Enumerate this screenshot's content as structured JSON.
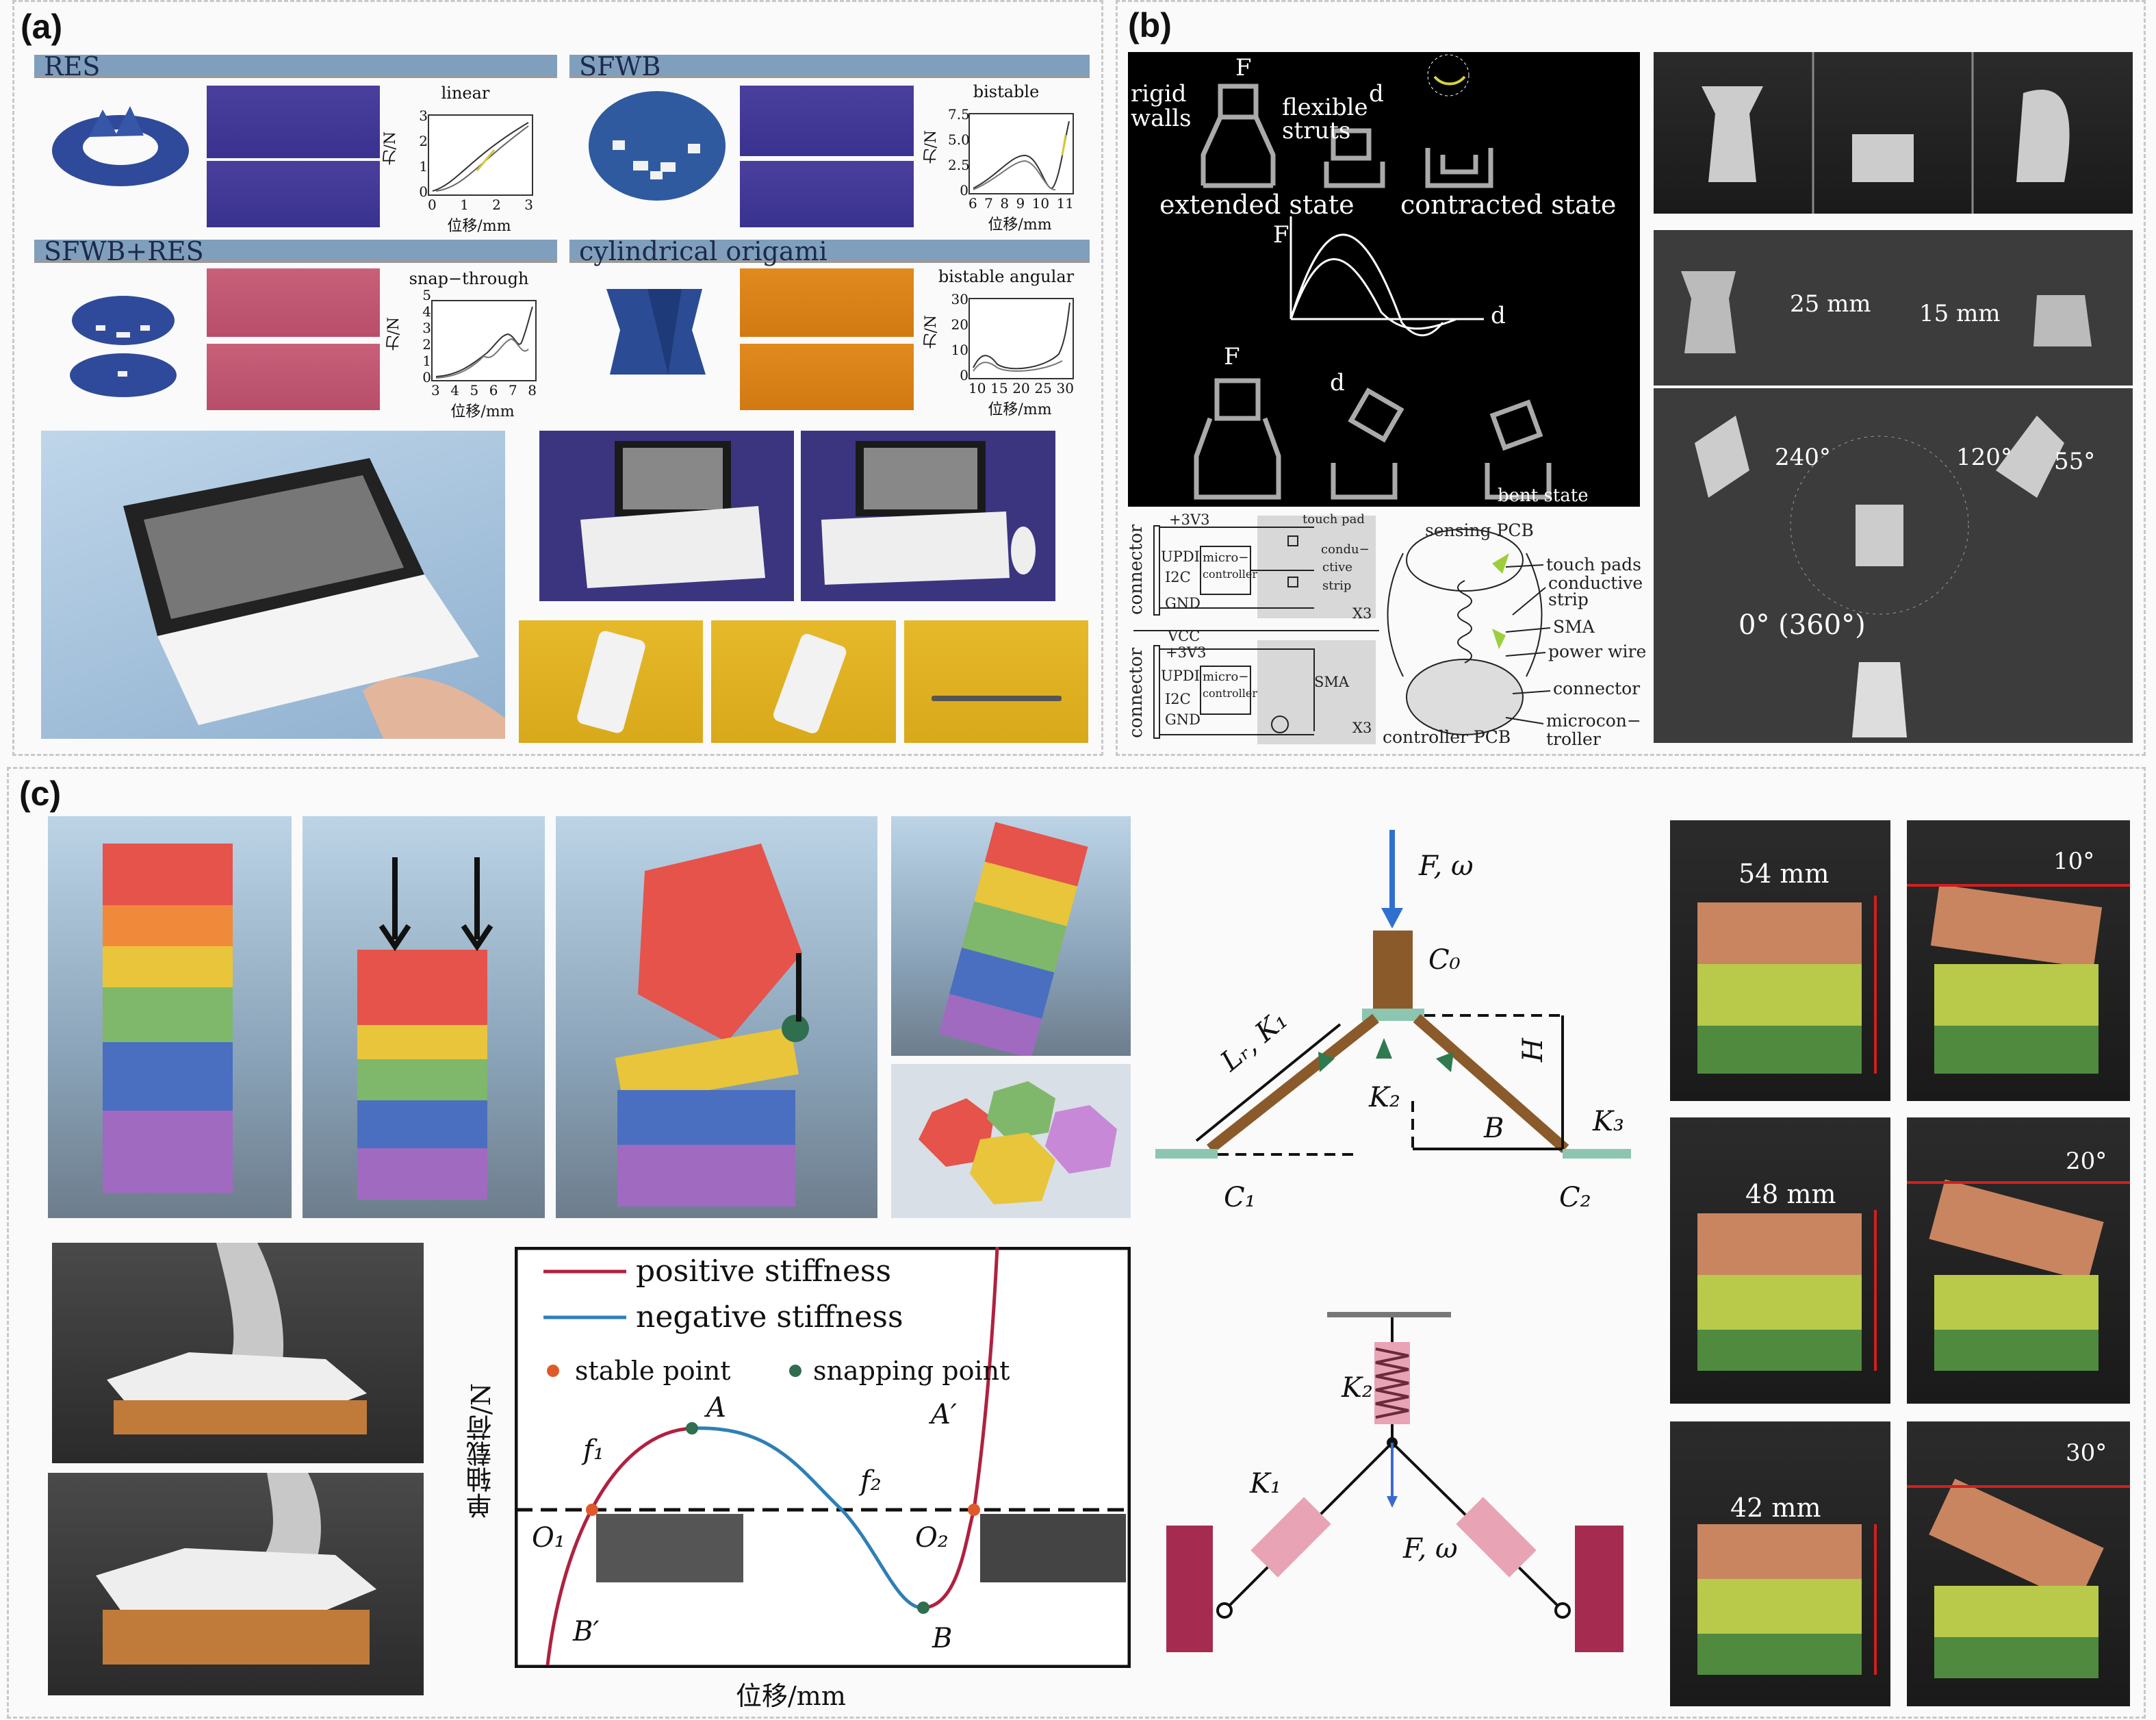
{
  "panel_a": {
    "label": "(a)",
    "sections": [
      {
        "title": "RES",
        "plot_title": "linear",
        "ylabel": "力/N",
        "xlabel": "位移/mm",
        "yticks": [
          "0",
          "1",
          "2",
          "3"
        ],
        "xticks": [
          "0",
          "1",
          "2",
          "3"
        ]
      },
      {
        "title": "SFWB",
        "plot_title": "bistable",
        "ylabel": "力/N",
        "xlabel": "位移/mm",
        "yticks": [
          "0",
          "2.5",
          "5.0",
          "7.5"
        ],
        "xticks": [
          "6",
          "7",
          "8",
          "9",
          "10",
          "11"
        ]
      },
      {
        "title": "SFWB+RES",
        "plot_title": "snap−through",
        "ylabel": "力/N",
        "xlabel": "位移/mm",
        "yticks": [
          "0",
          "1",
          "2",
          "3",
          "4",
          "5"
        ],
        "xticks": [
          "3",
          "4",
          "5",
          "6",
          "7",
          "8"
        ]
      },
      {
        "title": "cylindrical origami",
        "plot_title": "bistable angular",
        "ylabel": "力/N",
        "xlabel": "位移/mm",
        "yticks": [
          "0",
          "10",
          "20",
          "30"
        ],
        "xticks": [
          "10",
          "15",
          "20",
          "25",
          "30"
        ]
      }
    ]
  },
  "panel_b": {
    "label": "(b)",
    "diagram": {
      "F": "F",
      "d": "d",
      "rigid": "rigid",
      "walls": "walls",
      "flexible": "flexible",
      "struts": "struts",
      "extended_state": "extended state",
      "contracted_state": "contracted state",
      "bent_state": "bent state"
    },
    "photos": {
      "height_extended": "25 mm",
      "height_contracted": "15 mm",
      "angle_240": "240°",
      "angle_120": "120°",
      "angle_55": "55°",
      "angle_0": "0° (360°)"
    },
    "circuit": {
      "connector": "connector",
      "v33": "+3V3",
      "vcc": "VCC",
      "updi": "UPDI",
      "i2c": "I2C",
      "gnd": "GND",
      "micro": "micro−",
      "controller": "controller",
      "touch_pad": "touch pad",
      "condu": "condu−",
      "ctive": "ctive",
      "strip": "strip",
      "sma": "SMA",
      "x3": "X3"
    },
    "pcb": {
      "sensing_pcb": "sensing PCB",
      "touch_pads": "touch pads",
      "conductive": "conductive",
      "strip": "strip",
      "sma": "SMA",
      "power_wire": "power wire",
      "connector": "connector",
      "microcon": "microcon−",
      "troller": "troller",
      "controller_pcb": "controller PCB"
    }
  },
  "panel_c": {
    "label": "(c)",
    "plot": {
      "legend": {
        "positive": "positive stiffness",
        "negative": "negative stiffness",
        "stable": "stable point",
        "snapping": "snapping point"
      },
      "ylabel": "单轴载荷/N",
      "xlabel": "位移/mm",
      "points": {
        "A": "A",
        "A_prime": "A′",
        "B": "B",
        "B_prime": "B′",
        "O1": "O₁",
        "O2": "O₂",
        "f1": "f₁",
        "f2": "f₂"
      }
    },
    "mechanism": {
      "force": "F, ω",
      "C0": "C₀",
      "C1": "C₁",
      "C2": "C₂",
      "Lr_K1": "Lᵣ, K₁",
      "K2": "K₂",
      "K3": "K₃",
      "H": "H",
      "B": "B"
    },
    "springs": {
      "K1": "K₁",
      "K2": "K₂",
      "force": "F, ω"
    },
    "photos": {
      "h54": "54 mm",
      "a10": "10°",
      "h48": "48 mm",
      "a20": "20°",
      "h42": "42 mm",
      "a30": "30°"
    },
    "colors": {
      "positive": "#b0213f",
      "negative": "#2f7fb5",
      "stable": "#e0592a",
      "snapping": "#2f6e4e",
      "brown": "#8b5a2b",
      "plate": "#8cc5b0"
    }
  }
}
